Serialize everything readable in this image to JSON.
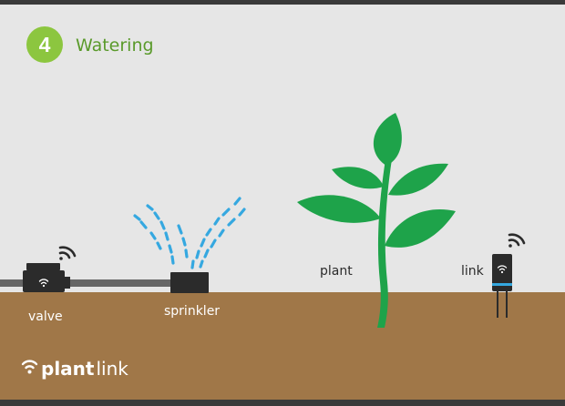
{
  "header": {
    "step_number": "4",
    "title": "Watering"
  },
  "scene": {
    "labels": {
      "valve": "valve",
      "sprinkler": "sprinkler",
      "plant": "plant",
      "link": "link"
    }
  },
  "brand": {
    "name_bold": "plant",
    "name_light": "link"
  },
  "colors": {
    "step_badge": "#8cc63f",
    "title_green": "#5a9a2b",
    "sky": "#e6e6e6",
    "soil": "#a07748",
    "plant_green": "#1ea34a",
    "water_blue": "#35a8e0",
    "device_dark": "#2b2b2b",
    "pipe": "#666666",
    "frame": "#3a3a3a"
  }
}
